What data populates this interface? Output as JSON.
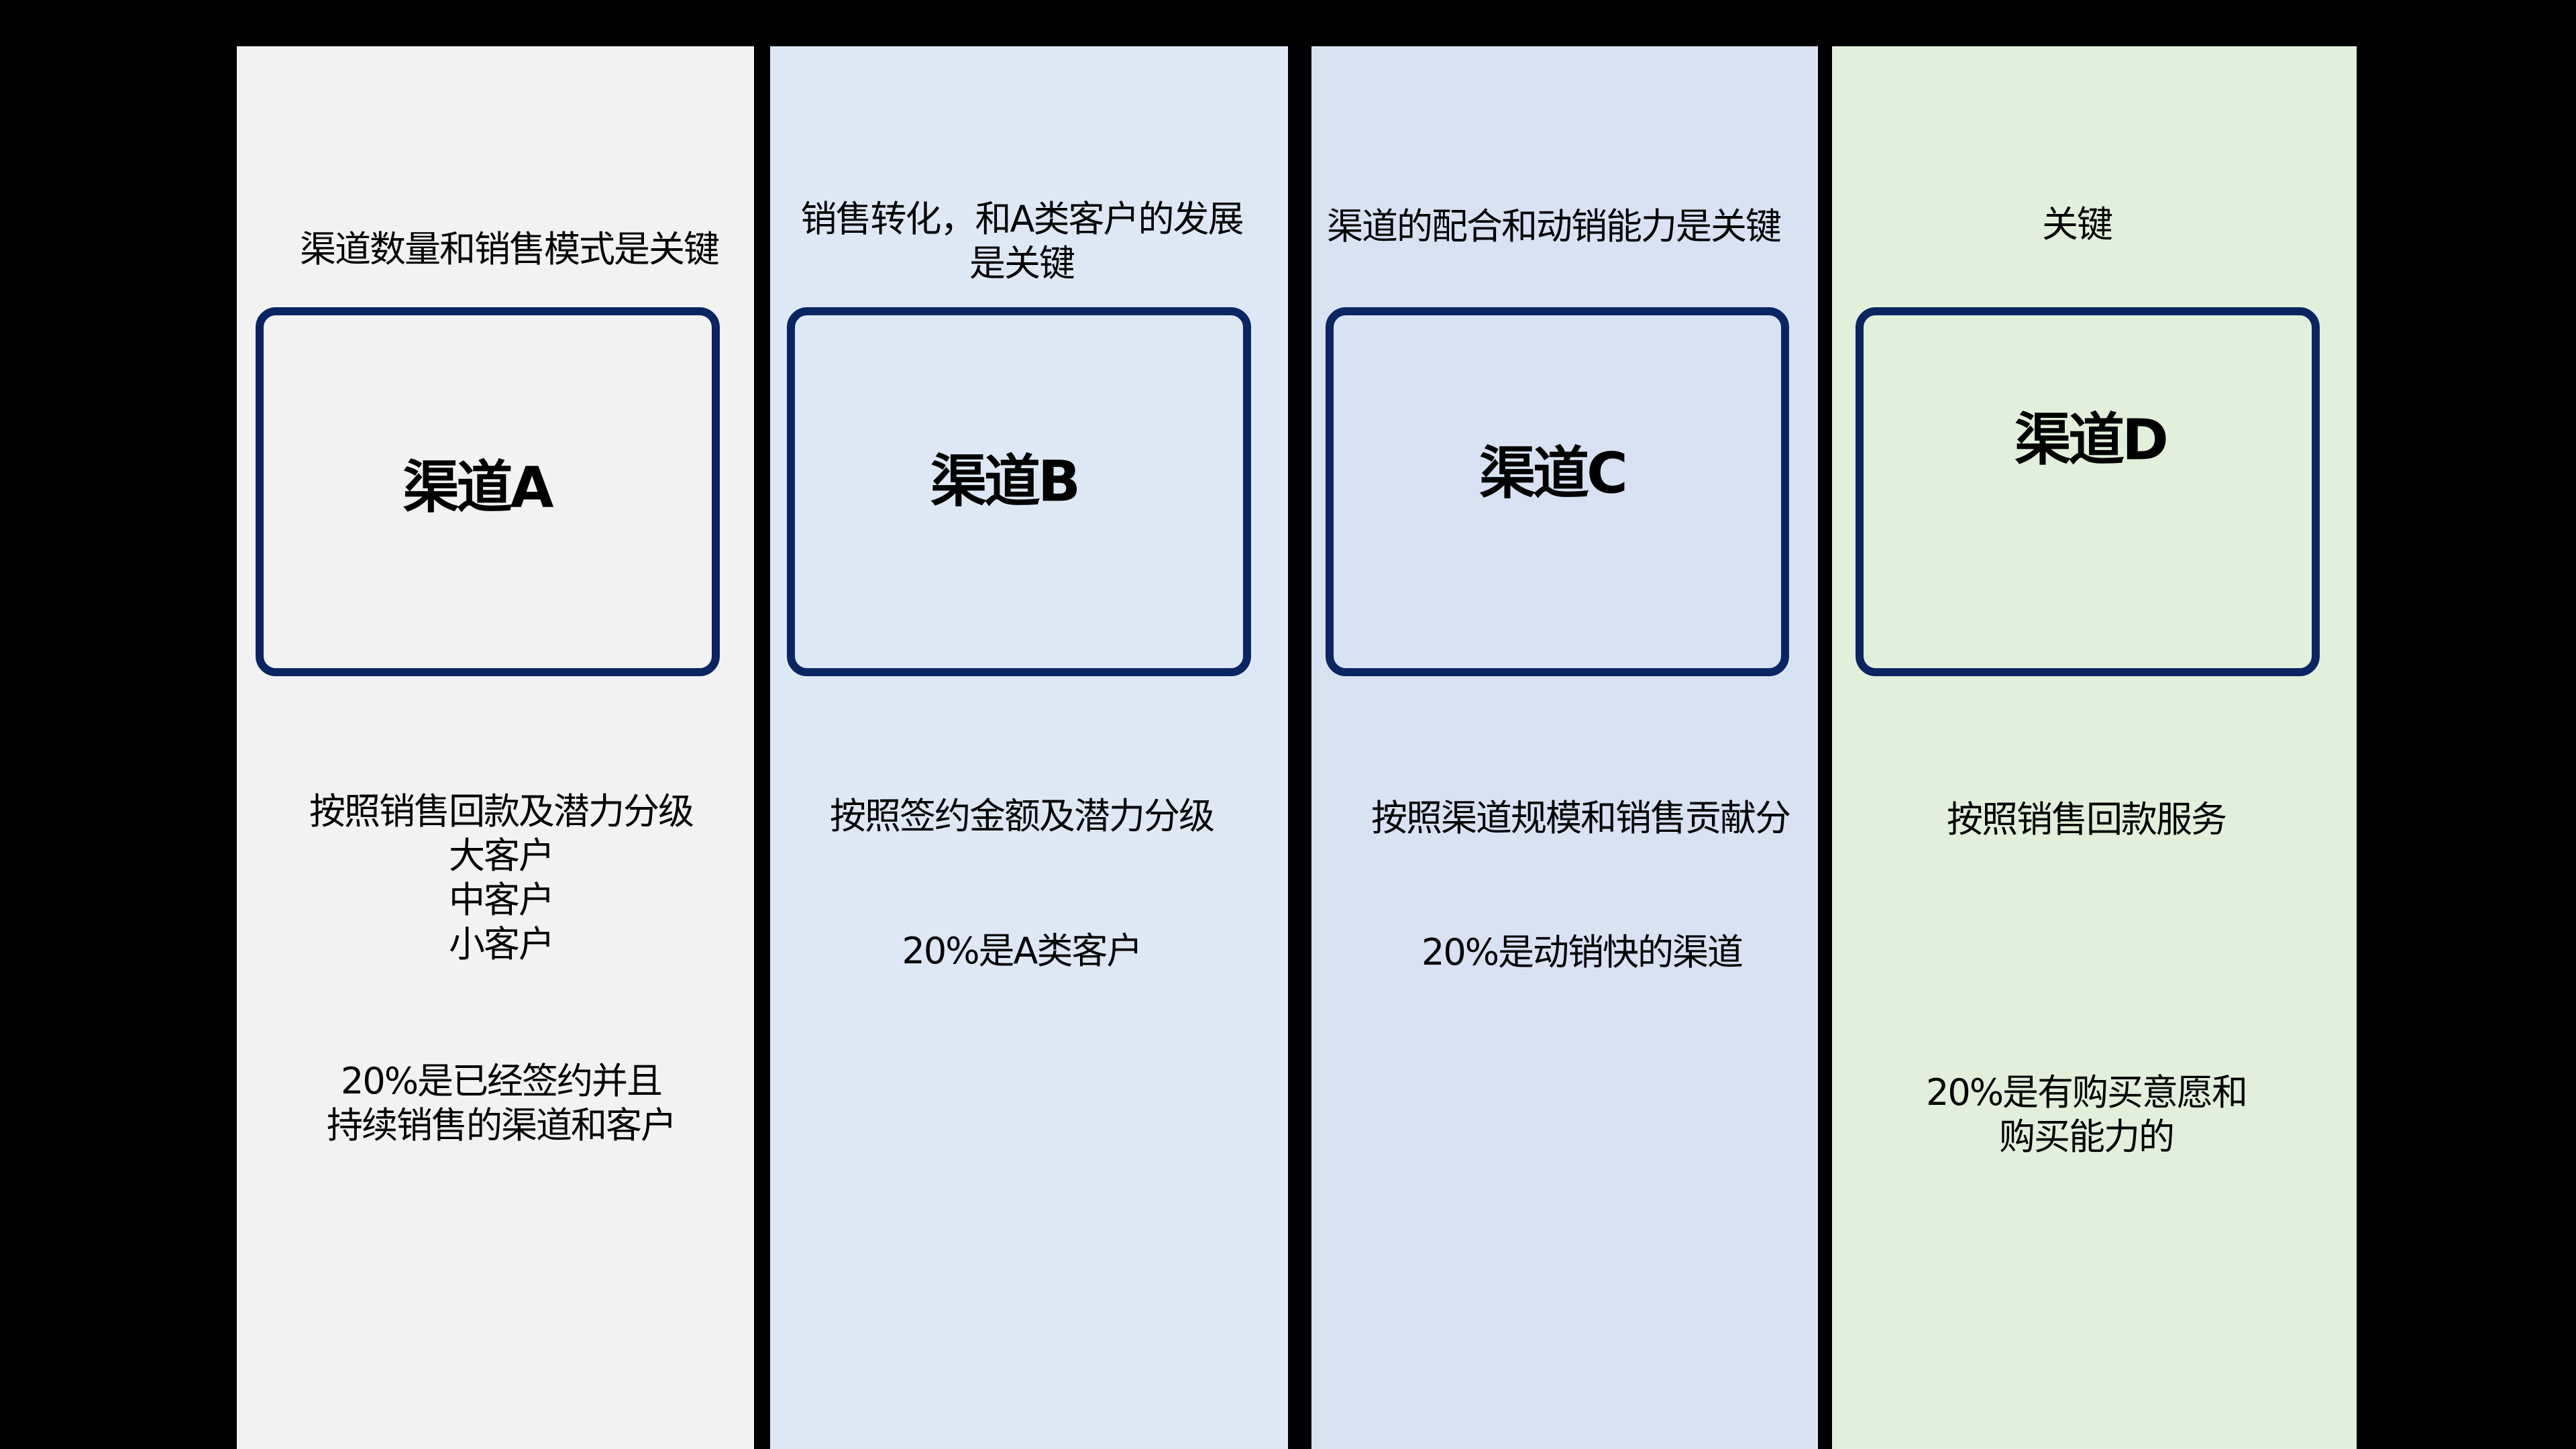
{
  "slide": {
    "background": "#000000",
    "box_border_color": "#0b2563",
    "channels": [
      {
        "id": "A",
        "bg_color": "#f2f2f2",
        "heading": "渠道数量和销售模式是关键",
        "label": "渠道A",
        "classification": "按照销售回款及潜力分级",
        "tiers": [
          "大客户",
          "中客户",
          "小客户"
        ],
        "key_twenty_percent": "20%是已经签约并且\n持续销售的渠道和客户"
      },
      {
        "id": "B",
        "bg_color": "#dee8f5",
        "heading": "销售转化，和A类客户的发展\n是关键",
        "label": "渠道B",
        "classification": "按照签约金额及潜力分级",
        "key_twenty_percent": "20%是A类客户"
      },
      {
        "id": "C",
        "bg_color": "#d9e2f3",
        "heading": "渠道的配合和动销能力是关键",
        "label": "渠道C",
        "classification": "按照渠道规模和销售贡献分",
        "key_twenty_percent": "20%是动销快的渠道"
      },
      {
        "id": "D",
        "bg_color": "#e2efda",
        "heading": "关键",
        "label": "渠道D",
        "classification": "按照销售回款服务",
        "key_twenty_percent": "20%是有购买意愿和\n购买能力的"
      }
    ]
  }
}
